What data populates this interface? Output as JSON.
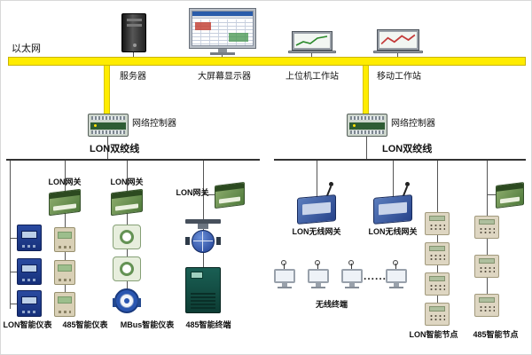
{
  "diagram": {
    "ethernet": "以太网",
    "devices": {
      "server": "服务器",
      "display": "大屏幕显示器",
      "workstation": "上位机工作站",
      "mobile_workstation": "移动工作站",
      "controller_left": "网络控制器",
      "controller_right": "网络控制器",
      "bus_left": "LON双绞线",
      "bus_right": "LON双绞线",
      "gateway_1": "LON网关",
      "gateway_2": "LON网关",
      "gateway_3": "LON网关",
      "wireless_gateway_1": "LON无线网关",
      "wireless_gateway_2": "LON无线网关"
    },
    "groups": {
      "lon_meters": "LON智能仪表",
      "rs485_meters": "485智能仪表",
      "mbus_meters": "MBus智能仪表",
      "rs485_terminal": "485智能终端",
      "wireless_terminal": "无线终端",
      "lon_nodes": "LON智能节点",
      "rs485_nodes": "485智能节点"
    },
    "ellipsis": "......",
    "colors": {
      "ethernet_yellow": "#ffec00",
      "line": "#555555"
    }
  }
}
